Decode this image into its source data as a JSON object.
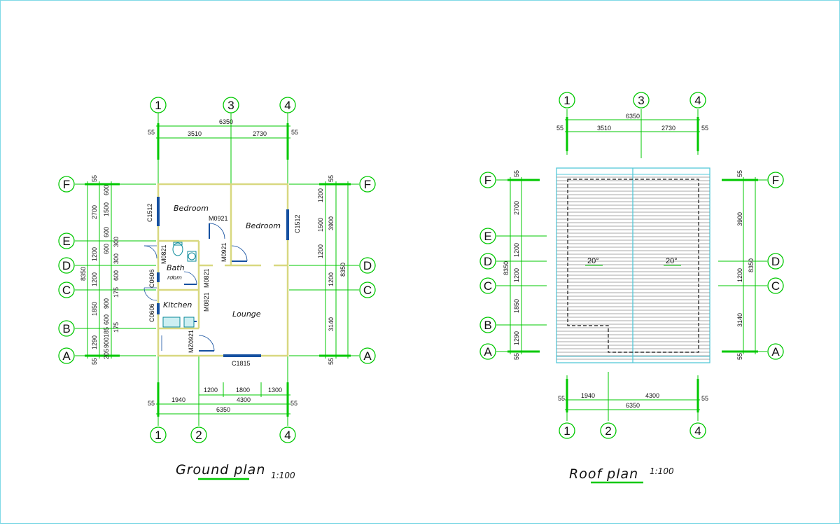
{
  "ground": {
    "title": "Ground plan",
    "scale": "1:100",
    "axes_top": [
      "1",
      "3",
      "4"
    ],
    "axes_bottom": [
      "1",
      "2",
      "4"
    ],
    "axes_rows": [
      "F",
      "E",
      "D",
      "C",
      "B",
      "A"
    ],
    "top_dims": {
      "total": "6350",
      "d1": "3510",
      "d2": "2730",
      "edge_l": "55",
      "edge_r": "55"
    },
    "bottom_dims": {
      "a": "1200",
      "b": "1800",
      "c": "1300",
      "d1": "1940",
      "d2": "4300",
      "total": "6350",
      "edge_l": "55",
      "edge_r": "55"
    },
    "left_dims": {
      "inner": [
        "600",
        "1500",
        "600",
        "300",
        "600",
        "300",
        "600",
        "175",
        "900",
        "600",
        "185",
        "175",
        "900",
        "205"
      ],
      "mid": [
        "55",
        "2700",
        "1200",
        "1200",
        "1850",
        "1290",
        "55"
      ],
      "total": "8350"
    },
    "right_dims": {
      "inner": [
        "1200",
        "1500",
        "1200"
      ],
      "mid": [
        "55",
        "3900",
        "1200",
        "3140",
        "55"
      ],
      "total": "8350"
    },
    "rooms": [
      "Bedroom",
      "Bedroom",
      "Bath",
      "room",
      "Kitchen",
      "Lounge"
    ],
    "codes": [
      "C1512",
      "M0921",
      "C1512",
      "M0921",
      "M0821",
      "C0606",
      "M0821",
      "C0606",
      "M0821",
      "MZ0921",
      "C1815"
    ]
  },
  "roof": {
    "title": "Roof plan",
    "scale": "1:100",
    "axes_top": [
      "1",
      "3",
      "4"
    ],
    "axes_bottom": [
      "1",
      "2",
      "4"
    ],
    "axes_rows_left": [
      "F",
      "E",
      "D",
      "C",
      "B",
      "A"
    ],
    "axes_rows_right": [
      "F",
      "D",
      "C",
      "A"
    ],
    "top_dims": {
      "total": "6350",
      "d1": "3510",
      "d2": "2730",
      "edge_l": "55",
      "edge_r": "55"
    },
    "bottom_dims": {
      "d1": "1940",
      "d2": "4300",
      "total": "6350",
      "edge_l": "55",
      "edge_r": "55"
    },
    "left_dims": {
      "mid": [
        "55",
        "2700",
        "1200",
        "1200",
        "1850",
        "1290",
        "55"
      ],
      "total": "8350"
    },
    "right_dims": {
      "mid": [
        "55",
        "3900",
        "1200",
        "3140",
        "55"
      ],
      "total": "8350"
    },
    "slopes": [
      "20°",
      "20°"
    ]
  },
  "colors": {
    "axis": "#00c800",
    "wall": "#e0e090",
    "door": "#1550a0",
    "roof_edge": "#55c8d8",
    "roof_lines": "#888888"
  }
}
